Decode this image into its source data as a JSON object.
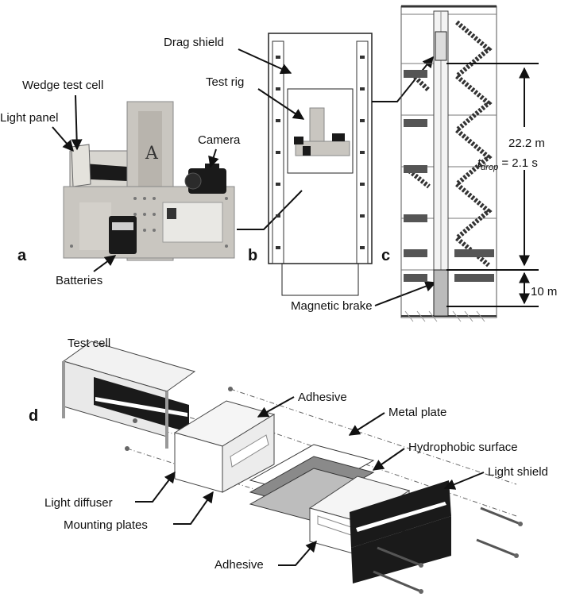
{
  "panel_a": {
    "letter": "a",
    "labels": {
      "wedge_test_cell": "Wedge test cell",
      "light_panel": "Light panel",
      "camera": "Camera",
      "batteries": "Batteries"
    }
  },
  "panel_b": {
    "letter": "b",
    "labels": {
      "drag_shield": "Drag shield",
      "test_rig": "Test rig",
      "magnetic_brake": "Magnetic brake"
    }
  },
  "panel_c": {
    "letter": "c",
    "labels": {
      "height": "22.2 m",
      "t_symbol": "t",
      "t_sub": "drop",
      "t_value": " = 2.1 s",
      "brake_height": "10 m"
    }
  },
  "panel_d": {
    "letter": "d",
    "labels": {
      "test_cell": "Test cell",
      "adhesive_top": "Adhesive",
      "metal_plate": "Metal plate",
      "hydrophobic_surface": "Hydrophobic surface",
      "light_shield": "Light shield",
      "light_diffuser": "Light diffuser",
      "mounting_plates": "Mounting plates",
      "adhesive_bottom": "Adhesive"
    }
  },
  "colors": {
    "ink": "#111111",
    "metal": "#c9c6c0",
    "dark": "#1a1a1a",
    "gray_plate": "#8a8a8a"
  }
}
